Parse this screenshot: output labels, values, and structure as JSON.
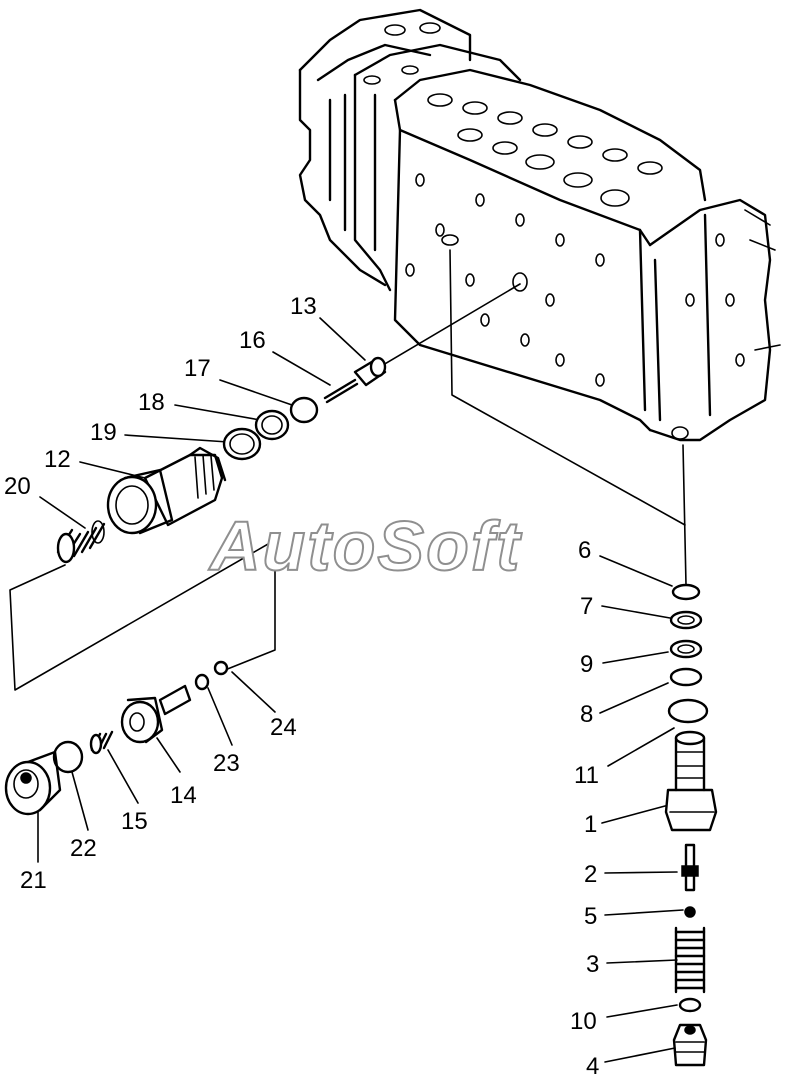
{
  "watermark": "AutoSoft",
  "callouts": [
    "13",
    "16",
    "17",
    "18",
    "19",
    "12",
    "20",
    "6",
    "7",
    "9",
    "8",
    "11",
    "1",
    "2",
    "5",
    "3",
    "10",
    "4",
    "24",
    "23",
    "14",
    "15",
    "22",
    "21"
  ]
}
